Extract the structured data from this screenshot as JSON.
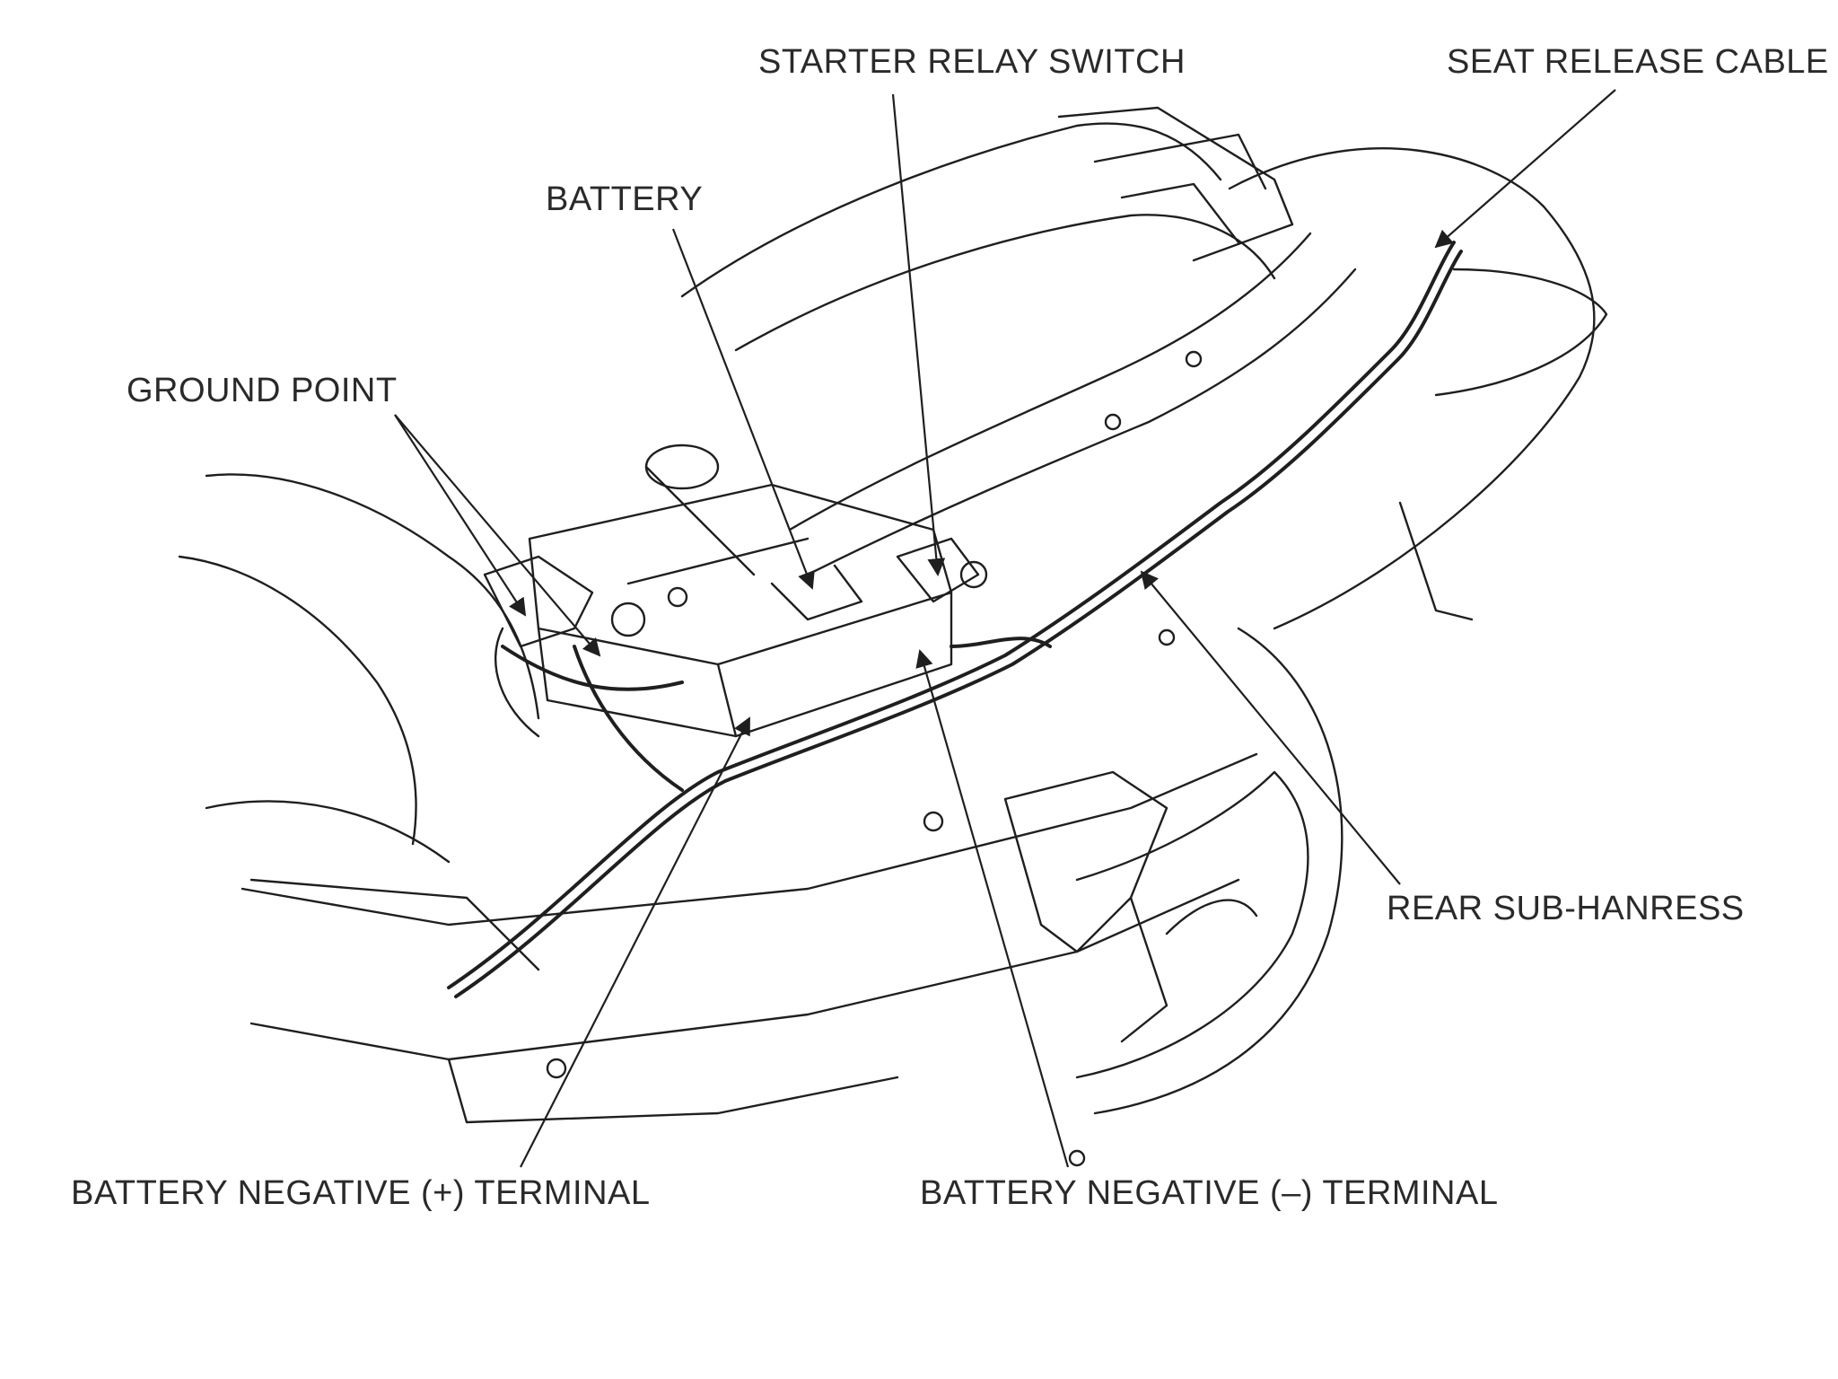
{
  "diagram": {
    "labels": {
      "starter_relay_switch": "STARTER RELAY SWITCH",
      "seat_release_cable": "SEAT RELEASE CABLE",
      "battery": "BATTERY",
      "ground_point": "GROUND POINT",
      "rear_sub_harness": "REAR SUB-HANRESS",
      "battery_negative_plus": "BATTERY NEGATIVE (+) TERMINAL",
      "battery_negative_minus": "BATTERY NEGATIVE (–) TERMINAL"
    },
    "colors": {
      "line": "#1f1f1f",
      "text": "#2a2a2a",
      "background": "#ffffff"
    }
  }
}
